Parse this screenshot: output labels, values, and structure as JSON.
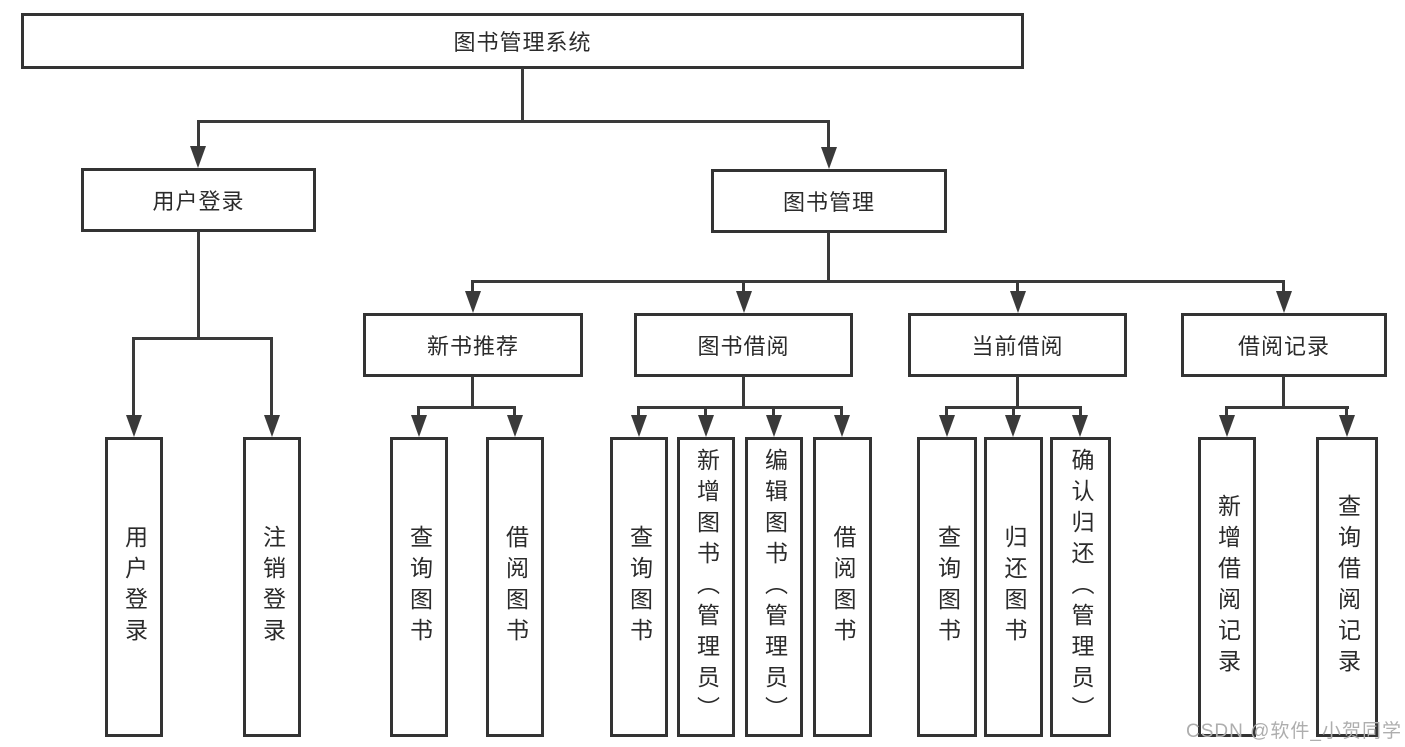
{
  "diagram_title": "图书管理系统",
  "colors": {
    "line": "#3a3a3a",
    "box_border": "#333333",
    "text": "#2b2b2b",
    "background": "#ffffff",
    "watermark": "#aeaeae"
  },
  "tree": {
    "label": "图书管理系统",
    "children": [
      {
        "label": "用户登录",
        "children": [
          {
            "label": "用户登录"
          },
          {
            "label": "注销登录"
          }
        ]
      },
      {
        "label": "图书管理",
        "children": [
          {
            "label": "新书推荐",
            "children": [
              {
                "label": "查询图书"
              },
              {
                "label": "借阅图书"
              }
            ]
          },
          {
            "label": "图书借阅",
            "children": [
              {
                "label": "查询图书"
              },
              {
                "label": "新增图书（管理员）"
              },
              {
                "label": "编辑图书（管理员）"
              },
              {
                "label": "借阅图书"
              }
            ]
          },
          {
            "label": "当前借阅",
            "children": [
              {
                "label": "查询图书"
              },
              {
                "label": "归还图书"
              },
              {
                "label": "确认归还（管理员）"
              }
            ]
          },
          {
            "label": "借阅记录",
            "children": [
              {
                "label": "新增借阅记录"
              },
              {
                "label": "查询借阅记录"
              }
            ]
          }
        ]
      }
    ]
  },
  "watermark": {
    "text": "CSDN @软件_小贺同学"
  }
}
